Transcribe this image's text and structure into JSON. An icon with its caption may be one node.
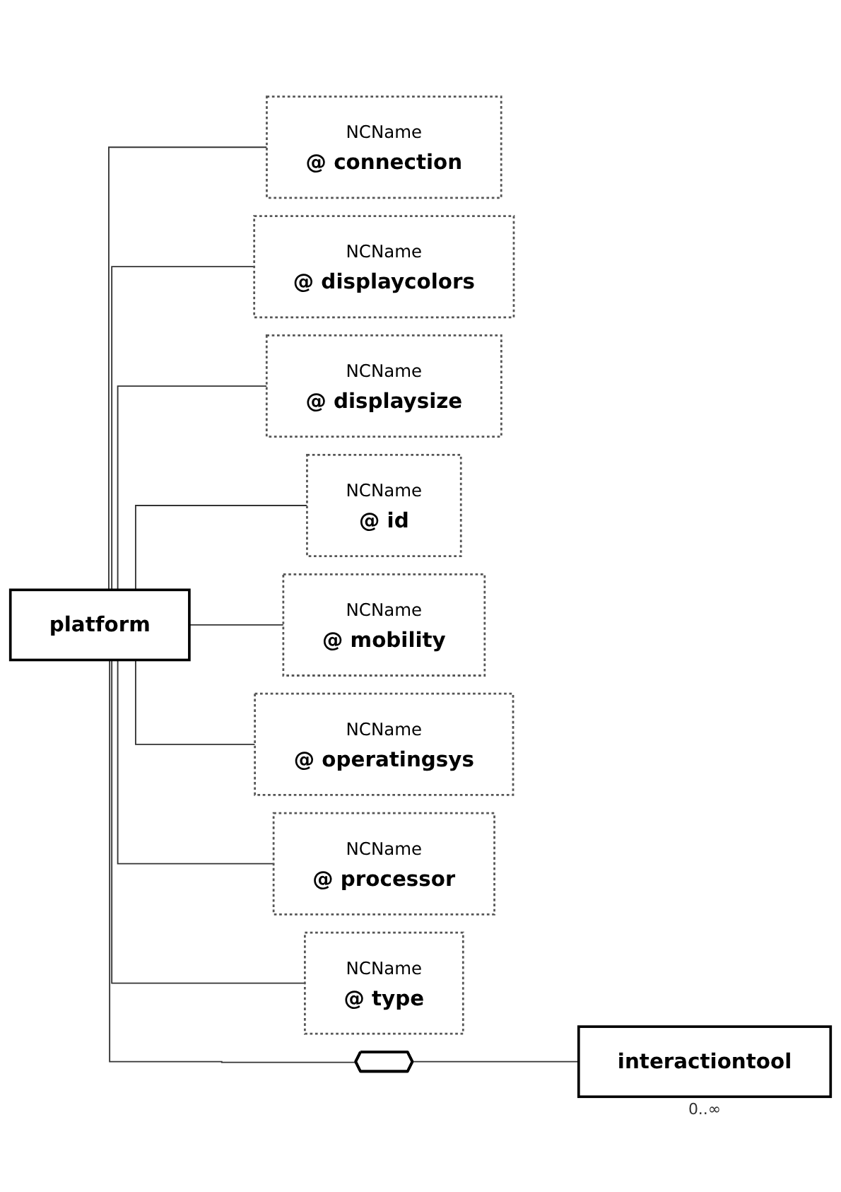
{
  "diagram": {
    "nodes": [
      {
        "text": [
          "platform"
        ]
      },
      {
        "text": [
          "NCName",
          "@ connection"
        ]
      },
      {
        "text": [
          "NCName",
          "@ displaycolors"
        ]
      },
      {
        "text": [
          "NCName",
          "@ displaysize"
        ]
      },
      {
        "text": [
          "NCName",
          "@ id"
        ]
      },
      {
        "text": [
          "NCName",
          "@ mobility"
        ]
      },
      {
        "text": [
          "NCName",
          "@ operatingsys"
        ]
      },
      {
        "text": [
          "NCName",
          "@ processor"
        ]
      },
      {
        "text": [
          "NCName",
          "@ type"
        ]
      },
      {
        "text": [],
        "shape": "octagon"
      },
      {
        "text": [
          "interactiontool"
        ],
        "beside": [
          "0..∞"
        ]
      }
    ],
    "edges": [
      {
        "from": 0,
        "to": 1,
        "arrow": "none"
      },
      {
        "from": 0,
        "to": 2,
        "arrow": "none"
      },
      {
        "from": 0,
        "to": 3,
        "arrow": "none"
      },
      {
        "from": 0,
        "to": 4,
        "arrow": "none"
      },
      {
        "from": 0,
        "to": 5,
        "arrow": "none"
      },
      {
        "from": 0,
        "to": 6,
        "arrow": "none"
      },
      {
        "from": 0,
        "to": 7,
        "arrow": "none"
      },
      {
        "from": 0,
        "to": 8,
        "arrow": "none"
      },
      {
        "from": 0,
        "to": 9,
        "arrow": "none"
      },
      {
        "from": 9,
        "to": 10,
        "arrow": "none"
      }
    ]
  }
}
